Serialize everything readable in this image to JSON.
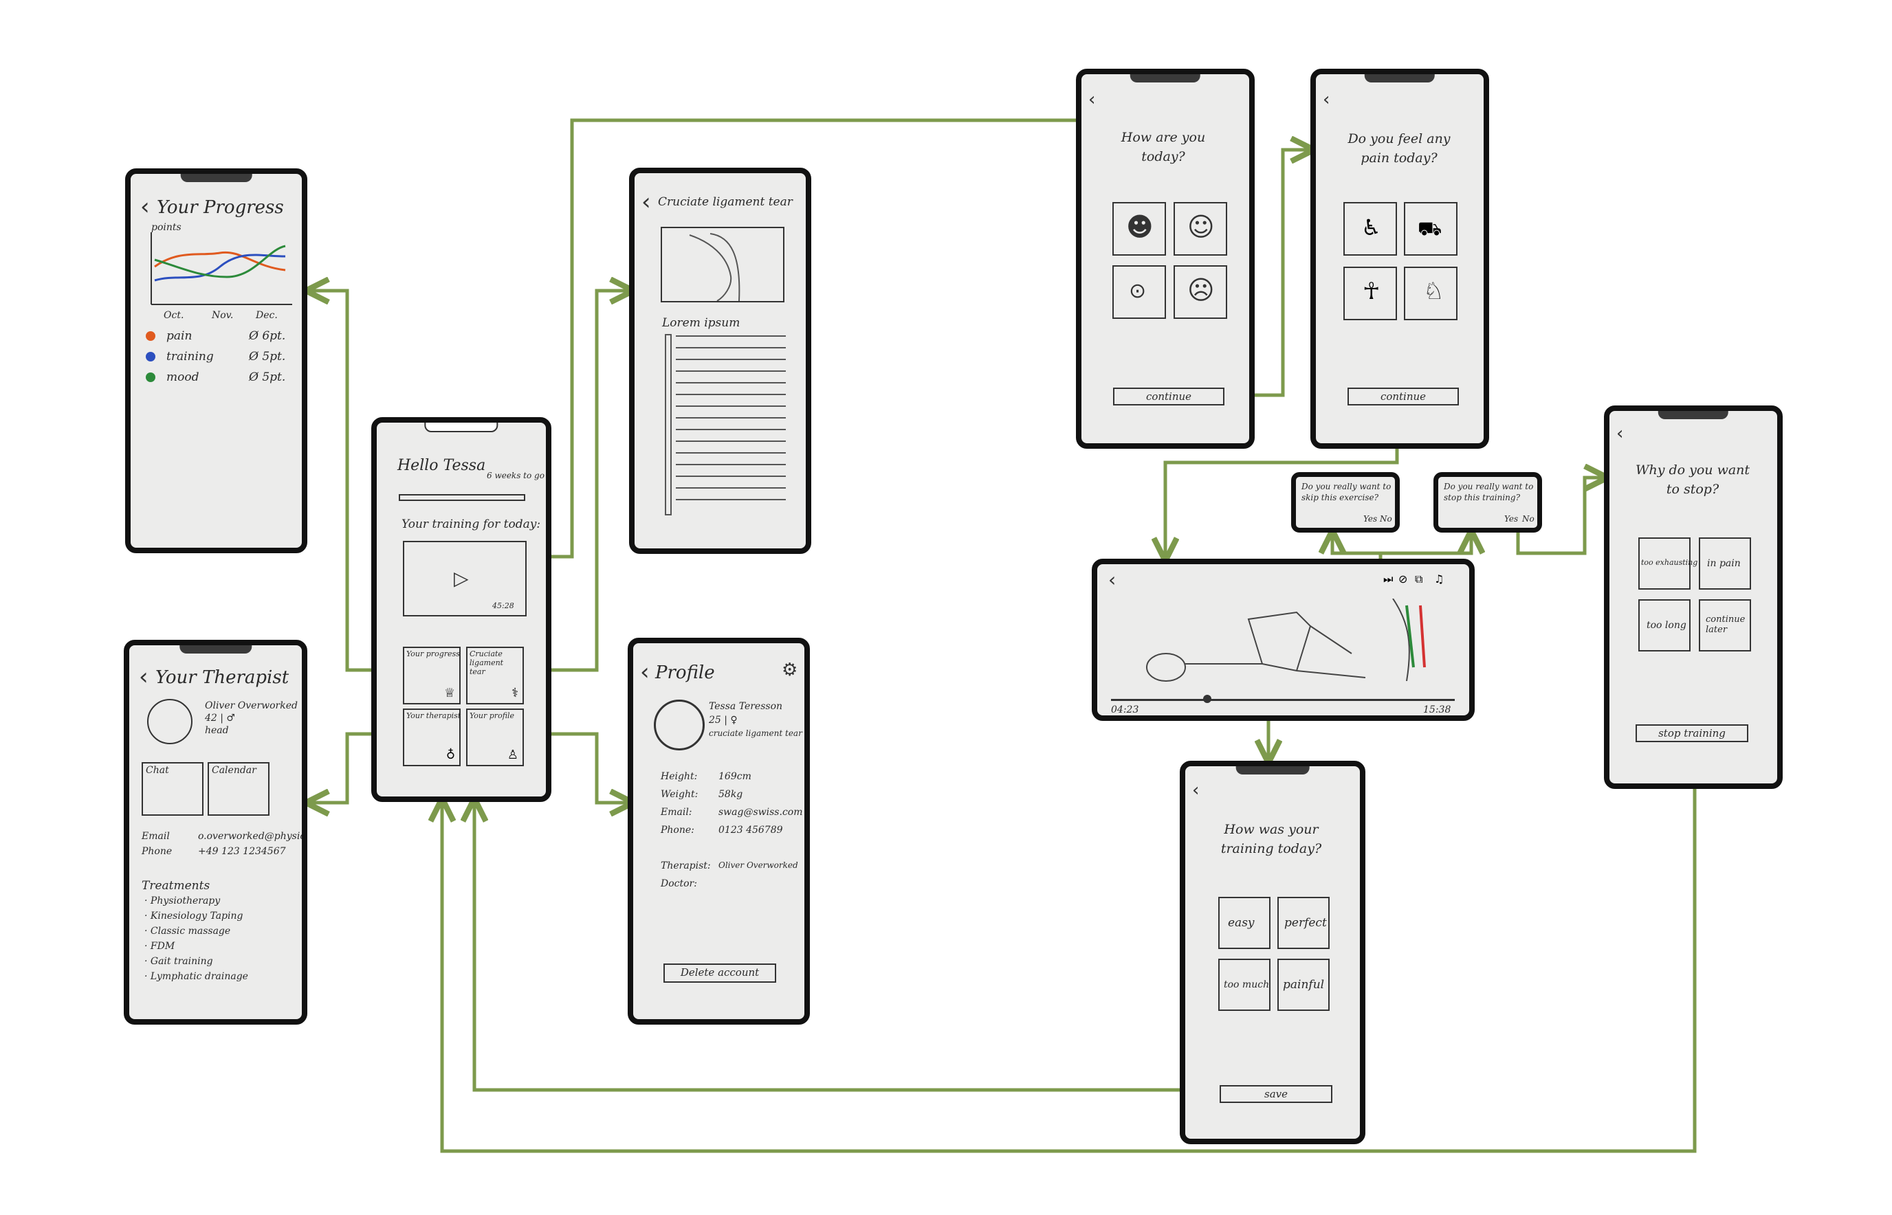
{
  "colors": {
    "arrow": "#7d9a4c",
    "frame": "#111111",
    "paper": "#ececeb",
    "pain": "#e05a1f",
    "training": "#2c4fbf",
    "mood": "#2c8a3a"
  },
  "home": {
    "greeting": "Hello Tessa",
    "weeks": "6 weeks to go",
    "training_title": "Your training for today:",
    "video_time": "45:28",
    "tiles": [
      "Your progress",
      "Cruciate ligament tear",
      "Your therapist",
      "Your profile"
    ]
  },
  "progress": {
    "title": "Your Progress",
    "y_label": "points",
    "x_ticks": [
      "Oct.",
      "Nov.",
      "Dec."
    ],
    "legend": [
      {
        "name": "pain",
        "value": "Ø 6pt."
      },
      {
        "name": "training",
        "value": "Ø 5pt."
      },
      {
        "name": "mood",
        "value": "Ø 5pt."
      }
    ]
  },
  "article": {
    "title": "Cruciate ligament tear",
    "heading": "Lorem ipsum"
  },
  "therapist": {
    "title": "Your Therapist",
    "name": "Oliver Overworked",
    "meta": "42 | ♂",
    "role": "head",
    "chat": "Chat",
    "calendar": "Calendar",
    "email_label": "Email",
    "email": "o.overworked@physio.com",
    "phone_label": "Phone",
    "phone": "+49 123 1234567",
    "treatments_title": "Treatments",
    "treatments": [
      "· Physiotherapy",
      "· Kinesiology Taping",
      "· Classic massage",
      "· FDM",
      "· Gait training",
      "· Lymphatic drainage"
    ]
  },
  "profile": {
    "title": "Profile",
    "name": "Tessa Teresson",
    "meta": "25 | ♀",
    "diagnosis": "cruciate ligament tear",
    "fields": [
      {
        "label": "Height:",
        "value": "169cm"
      },
      {
        "label": "Weight:",
        "value": "58kg"
      },
      {
        "label": "Email:",
        "value": "swag@swiss.com"
      },
      {
        "label": "Phone:",
        "value": "0123 456789"
      },
      {
        "label": "Therapist:",
        "value": "Oliver Overworked"
      },
      {
        "label": "Doctor:",
        "value": ""
      }
    ],
    "delete": "Delete account"
  },
  "mood": {
    "question": "How are you today?",
    "continue": "continue"
  },
  "pain": {
    "question": "Do you feel any pain today?",
    "continue": "continue"
  },
  "skip_dialog": {
    "text": "Do you really want to skip this exercise?",
    "yes": "Yes",
    "no": "No"
  },
  "stop_dialog": {
    "text": "Do you really want to stop this training?",
    "yes": "Yes",
    "no": "No"
  },
  "video": {
    "elapsed": "04:23",
    "total": "15:38",
    "progress": 0.28
  },
  "why_stop": {
    "question": "Why do you want to stop?",
    "options": [
      "too exhausting",
      "in pain",
      "too long",
      "continue later"
    ],
    "stop": "stop training"
  },
  "feedback": {
    "question": "How was your training today?",
    "options": [
      "easy",
      "perfect",
      "too much",
      "painful"
    ],
    "save": "save"
  }
}
